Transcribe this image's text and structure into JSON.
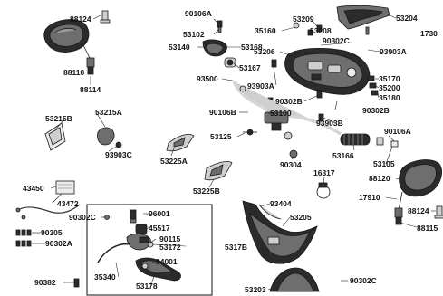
{
  "parts": [
    {
      "id": "p_88124_l",
      "text": "88124"
    },
    {
      "id": "p_88110",
      "text": "88110"
    },
    {
      "id": "p_88114",
      "text": "88114"
    },
    {
      "id": "p_90106A_t",
      "text": "90106A"
    },
    {
      "id": "p_53102",
      "text": "53102"
    },
    {
      "id": "p_53140",
      "text": "53140"
    },
    {
      "id": "p_53168",
      "text": "53168"
    },
    {
      "id": "p_53167",
      "text": "53167"
    },
    {
      "id": "p_35160",
      "text": "35160"
    },
    {
      "id": "p_53209",
      "text": "53209"
    },
    {
      "id": "p_53208",
      "text": "53208"
    },
    {
      "id": "p_90302C_t",
      "text": "90302C"
    },
    {
      "id": "p_53206",
      "text": "53206"
    },
    {
      "id": "p_53204",
      "text": "53204"
    },
    {
      "id": "p_1730",
      "text": "1730"
    },
    {
      "id": "p_93903A_r",
      "text": "93903A"
    },
    {
      "id": "p_93500",
      "text": "93500"
    },
    {
      "id": "p_93903A_m",
      "text": "93903A"
    },
    {
      "id": "p_35170",
      "text": "35170"
    },
    {
      "id": "p_35200",
      "text": "35200"
    },
    {
      "id": "p_35180",
      "text": "35180"
    },
    {
      "id": "p_90302B_a",
      "text": "90302B"
    },
    {
      "id": "p_90302B_b",
      "text": "90302B"
    },
    {
      "id": "p_93903B",
      "text": "93903B"
    },
    {
      "id": "p_53215B",
      "text": "53215B"
    },
    {
      "id": "p_53215A",
      "text": "53215A"
    },
    {
      "id": "p_93903C",
      "text": "93903C"
    },
    {
      "id": "p_90106B",
      "text": "90106B"
    },
    {
      "id": "p_53100",
      "text": "53100"
    },
    {
      "id": "p_53125",
      "text": "53125"
    },
    {
      "id": "p_53166",
      "text": "53166"
    },
    {
      "id": "p_90106A_r",
      "text": "90106A"
    },
    {
      "id": "p_53225A",
      "text": "53225A"
    },
    {
      "id": "p_90304",
      "text": "90304"
    },
    {
      "id": "p_16317",
      "text": "16317"
    },
    {
      "id": "p_53105",
      "text": "53105"
    },
    {
      "id": "p_88120",
      "text": "88120"
    },
    {
      "id": "p_53225B",
      "text": "53225B"
    },
    {
      "id": "p_43450",
      "text": "43450"
    },
    {
      "id": "p_43472",
      "text": "43472"
    },
    {
      "id": "p_17910",
      "text": "17910"
    },
    {
      "id": "p_90302C_l",
      "text": "90302C"
    },
    {
      "id": "p_96001",
      "text": "96001"
    },
    {
      "id": "p_93404",
      "text": "93404"
    },
    {
      "id": "p_53205",
      "text": "53205"
    },
    {
      "id": "p_88124_r",
      "text": "88124"
    },
    {
      "id": "p_45517",
      "text": "45517"
    },
    {
      "id": "p_90305",
      "text": "90305"
    },
    {
      "id": "p_90302A",
      "text": "90302A"
    },
    {
      "id": "p_90115",
      "text": "90115"
    },
    {
      "id": "p_53172",
      "text": "53172"
    },
    {
      "id": "p_5317B",
      "text": "5317B"
    },
    {
      "id": "p_88115",
      "text": "88115"
    },
    {
      "id": "p_94001",
      "text": "94001"
    },
    {
      "id": "p_35340",
      "text": "35340"
    },
    {
      "id": "p_90382",
      "text": "90382"
    },
    {
      "id": "p_53178",
      "text": "53178"
    },
    {
      "id": "p_53203",
      "text": "53203"
    },
    {
      "id": "p_90302C_b",
      "text": "90302C"
    }
  ]
}
